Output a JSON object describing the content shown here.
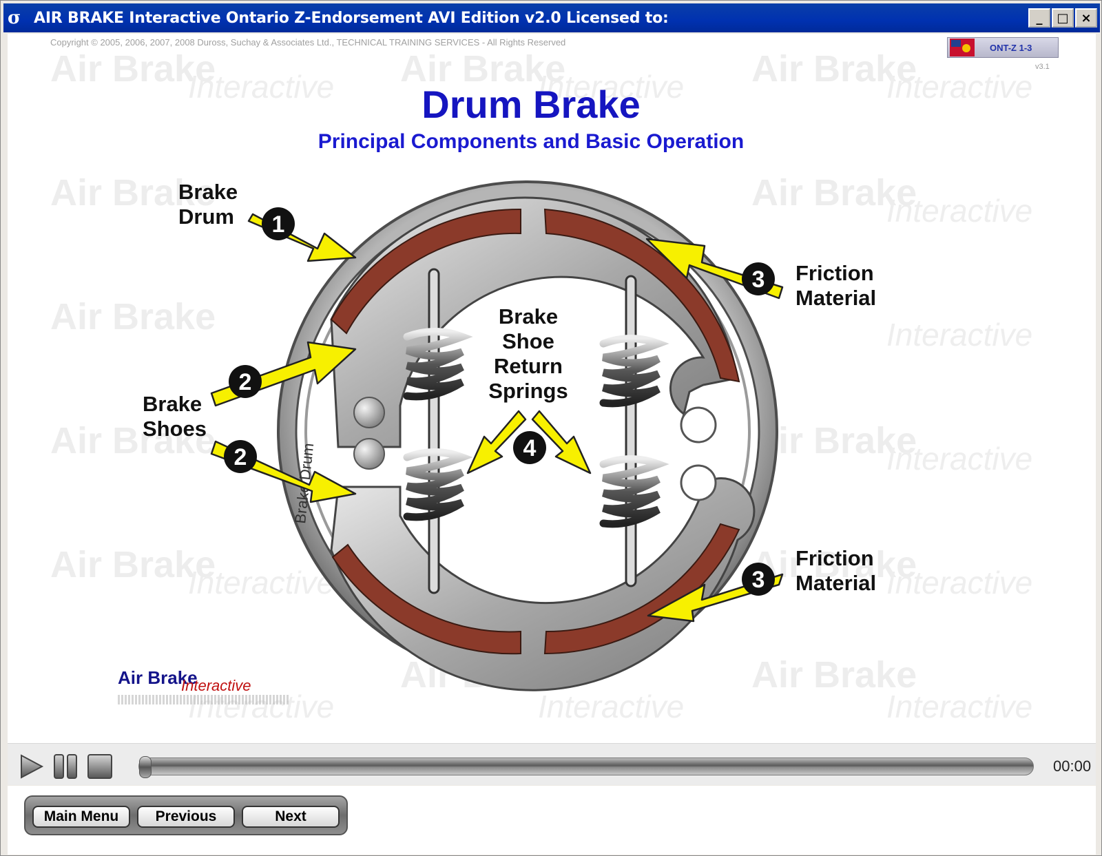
{
  "window": {
    "title": "AIR BRAKE Interactive Ontario Z-Endorsement AVI Edition v2.0  Licensed to:",
    "controls": [
      "_",
      "□",
      "×"
    ]
  },
  "content": {
    "copyright": "Copyright © 2005, 2006, 2007, 2008  Duross, Suchay & Associates Ltd., TECHNICAL TRAINING SERVICES - All Rights Reserved",
    "badge": "ONT-Z 1-3",
    "version": "v3.1",
    "title": "Drum Brake",
    "subtitle": "Principal Components and Basic Operation",
    "watermark_a": "Air Brake",
    "watermark_b": "Interactive",
    "logo_a": "Air Brake",
    "logo_b": "Interactive"
  },
  "diagram": {
    "drum_text": "Brake Drum",
    "labels": {
      "brake_drum_1": "Brake",
      "brake_drum_2": "Drum",
      "brake_shoes_1": "Brake",
      "brake_shoes_2": "Shoes",
      "springs_1": "Brake",
      "springs_2": "Shoe",
      "springs_3": "Return",
      "springs_4": "Springs",
      "friction_top_1": "Friction",
      "friction_top_2": "Material",
      "friction_bottom_1": "Friction",
      "friction_bottom_2": "Material"
    },
    "markers": {
      "m1": "1",
      "m2a": "2",
      "m2b": "2",
      "m3a": "3",
      "m3b": "3",
      "m4": "4"
    }
  },
  "player": {
    "time": "00:00",
    "progress": 0
  },
  "nav": {
    "main_menu": "Main Menu",
    "previous": "Previous",
    "next": "Next"
  },
  "colors": {
    "title": "#1515c0",
    "arrow": "#f7f000",
    "lining": "#8b3a2a",
    "titlebar": "#0a3fa8"
  }
}
